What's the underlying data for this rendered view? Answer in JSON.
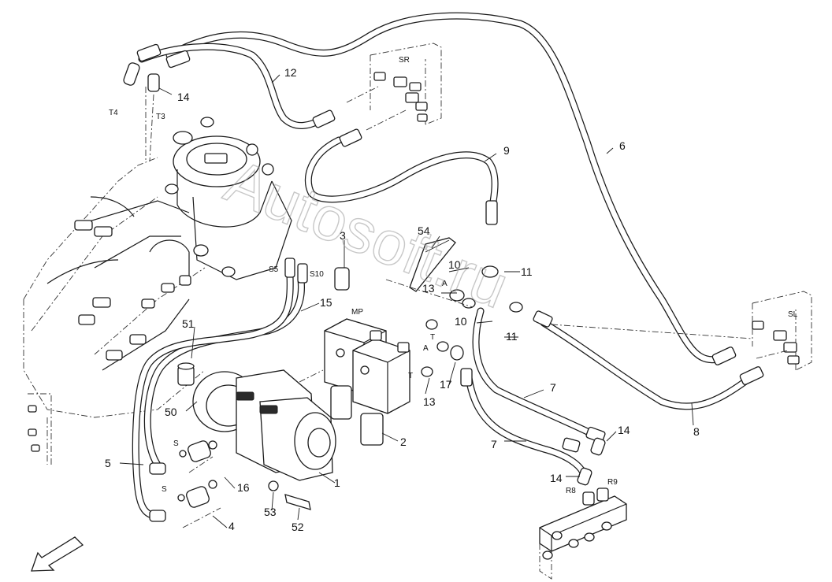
{
  "callouts": {
    "c1": "1",
    "c2": "2",
    "c3": "3",
    "c4": "4",
    "c5": "5",
    "c6": "6",
    "c7a": "7",
    "c7b": "7",
    "c8": "8",
    "c9": "9",
    "c10a": "10",
    "c10b": "10",
    "c11a": "11",
    "c11b": "11",
    "c12": "12",
    "c13a": "13",
    "c13b": "13",
    "c14a": "14",
    "c14b": "14",
    "c14c": "14",
    "c15": "15",
    "c16": "16",
    "c17": "17",
    "c50": "50",
    "c51": "51",
    "c52": "52",
    "c53": "53",
    "c54": "54"
  },
  "ports": {
    "t4": "T4",
    "t3": "T3",
    "sr": "SR",
    "sl": "SL",
    "s5": "S5",
    "s10": "S10",
    "mp": "MP",
    "a1": "A",
    "t1": "T",
    "a2": "A",
    "t2": "T",
    "s1": "S",
    "s2": "S",
    "r8": "R8",
    "r9": "R9"
  },
  "watermark": "Autosoft.ru"
}
